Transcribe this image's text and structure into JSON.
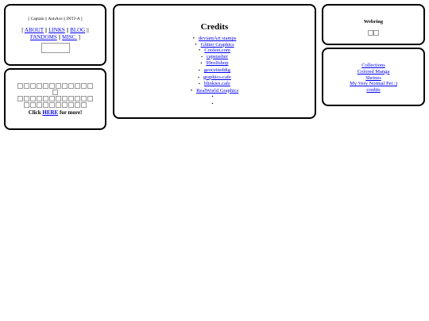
{
  "nav": {
    "tagline": "[ Captain || AnnAce || INTJ-A ]",
    "links": [
      {
        "label": "ABOUT"
      },
      {
        "label": "LINKS"
      },
      {
        "label": "BLOG"
      },
      {
        "label": "FANDOMS"
      },
      {
        "label": "MISC."
      }
    ]
  },
  "buttons": {
    "more_prefix": "Click ",
    "more_link": "HERE",
    "more_suffix": " for more!"
  },
  "credits": {
    "title": "Credits",
    "items": [
      {
        "label": "deviantArt stamps"
      },
      {
        "label": "Glitter Graphics"
      },
      {
        "label": "Coolest.com"
      },
      {
        "label": "capstasher"
      },
      {
        "label": "99rolfshop"
      },
      {
        "label": "geoceiteddig"
      },
      {
        "label": "graphics-cafe"
      },
      {
        "label": "blinkies.cafe"
      },
      {
        "label": "RealWorld Graphics"
      }
    ]
  },
  "webring": {
    "title": "Webring"
  },
  "menu": {
    "items": [
      {
        "label": "Collections"
      },
      {
        "label": "Colored Manga"
      },
      {
        "label": "Shrines"
      },
      {
        "label": "My Very Normal Pet :)"
      },
      {
        "label": "credits"
      }
    ]
  }
}
